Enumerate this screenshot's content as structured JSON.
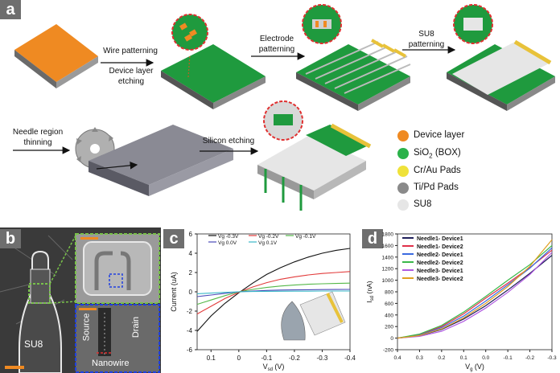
{
  "panel_a": {
    "tag": "a",
    "steps": {
      "wire_patterning": "Wire patterning",
      "device_layer_etching": "Device layer etching",
      "electrode_patterning": "Electrode patterning",
      "su8_patterning": "SU8 patterning",
      "needle_region_thinning": "Needle region thinning",
      "silicon_etching": "Silicon etching"
    },
    "legend": [
      {
        "label": "Device layer",
        "color": "#ef8a22"
      },
      {
        "label_prefix": "SiO",
        "label_sub": "2",
        "label_suffix": " (BOX)",
        "color": "#2bb24a"
      },
      {
        "label": "Cr/Au Pads",
        "color": "#efe23a"
      },
      {
        "label": "Ti/Pd Pads",
        "color": "#8a8a8a"
      },
      {
        "label": "SU8",
        "color": "#e6e6e6"
      }
    ]
  },
  "panel_b": {
    "tag": "b",
    "labels": {
      "su8": "SU8",
      "source": "Source",
      "drain": "Drain",
      "nanowire": "Nanowire"
    }
  },
  "panel_c": {
    "tag": "c",
    "chart_data": {
      "type": "line",
      "xlabel_main": "V",
      "xlabel_sub": "sd",
      "xlabel_unit": " (V)",
      "ylabel": "Current (uA)",
      "x_range": [
        0.15,
        -0.4
      ],
      "ylim": [
        -6,
        6
      ],
      "x_ticks": [
        "0.1",
        "0",
        "-0.1",
        "-0.2",
        "-0.3",
        "-0.4"
      ],
      "y_ticks": [
        "6",
        "4",
        "2",
        "0",
        "-2",
        "-4",
        "-6"
      ],
      "series": [
        {
          "name": "Vg -0.3V",
          "color": "#111111",
          "x": [
            0.15,
            0.1,
            0.05,
            0.0,
            -0.05,
            -0.1,
            -0.15,
            -0.2,
            -0.25,
            -0.3,
            -0.35,
            -0.4
          ],
          "y": [
            -4.1,
            -2.5,
            -1.2,
            -0.1,
            0.9,
            1.8,
            2.5,
            3.1,
            3.6,
            4.0,
            4.3,
            4.5
          ]
        },
        {
          "name": "Vg -0.2V",
          "color": "#e23b3b",
          "x": [
            0.15,
            0.1,
            0.05,
            0.0,
            -0.05,
            -0.1,
            -0.15,
            -0.2,
            -0.25,
            -0.3,
            -0.35,
            -0.4
          ],
          "y": [
            -2.3,
            -1.5,
            -0.7,
            -0.05,
            0.5,
            0.95,
            1.3,
            1.55,
            1.75,
            1.9,
            2.0,
            2.1
          ]
        },
        {
          "name": "Vg -0.1V",
          "color": "#54b848",
          "x": [
            0.15,
            0.1,
            0.05,
            0.0,
            -0.05,
            -0.1,
            -0.15,
            -0.2,
            -0.25,
            -0.3,
            -0.35,
            -0.4
          ],
          "y": [
            -1.3,
            -0.85,
            -0.4,
            0.0,
            0.25,
            0.45,
            0.6,
            0.7,
            0.78,
            0.83,
            0.87,
            0.9
          ]
        },
        {
          "name": "Vg 0.0V",
          "color": "#4a4ab8",
          "x": [
            0.15,
            0.1,
            0.05,
            0.0,
            -0.05,
            -0.1,
            -0.15,
            -0.2,
            -0.25,
            -0.3,
            -0.35,
            -0.4
          ],
          "y": [
            -0.5,
            -0.33,
            -0.16,
            0.0,
            0.08,
            0.14,
            0.18,
            0.2,
            0.22,
            0.23,
            0.24,
            0.25
          ]
        },
        {
          "name": "Vg 0.1V",
          "color": "#3ab8c8",
          "x": [
            0.15,
            0.1,
            0.05,
            0.0,
            -0.05,
            -0.1,
            -0.15,
            -0.2,
            -0.25,
            -0.3,
            -0.35,
            -0.4
          ],
          "y": [
            -0.2,
            -0.13,
            -0.06,
            0.0,
            0.03,
            0.05,
            0.06,
            0.07,
            0.07,
            0.08,
            0.08,
            0.08
          ]
        }
      ]
    }
  },
  "panel_d": {
    "tag": "d",
    "chart_data": {
      "type": "line",
      "xlabel_main": "V",
      "xlabel_sub": "g",
      "xlabel_unit": " (V)",
      "ylabel_main": "I",
      "ylabel_sub": "sd",
      "ylabel_unit": " (nA)",
      "x_range": [
        0.4,
        -0.3
      ],
      "ylim": [
        -200,
        1800
      ],
      "x_ticks": [
        "0.4",
        "0.3",
        "0.2",
        "0.1",
        "0.0",
        "-0.1",
        "-0.2",
        "-0.3"
      ],
      "y_ticks": [
        "1800",
        "1600",
        "1400",
        "1200",
        "1000",
        "800",
        "600",
        "400",
        "200",
        "0",
        "-200"
      ],
      "series": [
        {
          "name": "Needle1- Device1",
          "color": "#1f1f5a",
          "x": [
            0.4,
            0.3,
            0.2,
            0.1,
            0.0,
            -0.1,
            -0.2,
            -0.3
          ],
          "y": [
            0,
            40,
            150,
            330,
            560,
            830,
            1120,
            1430
          ]
        },
        {
          "name": "Needle1- Device2",
          "color": "#e0304a",
          "x": [
            0.4,
            0.3,
            0.2,
            0.1,
            0.0,
            -0.1,
            -0.2,
            -0.3
          ],
          "y": [
            0,
            60,
            200,
            420,
            690,
            950,
            1220,
            1520
          ]
        },
        {
          "name": "Needle2- Device1",
          "color": "#3a6ae0",
          "x": [
            0.4,
            0.3,
            0.2,
            0.1,
            0.0,
            -0.1,
            -0.2,
            -0.3
          ],
          "y": [
            0,
            50,
            180,
            380,
            640,
            920,
            1210,
            1560
          ]
        },
        {
          "name": "Needle2- Device2",
          "color": "#3ab84a",
          "x": [
            0.4,
            0.3,
            0.2,
            0.1,
            0.0,
            -0.1,
            -0.2,
            -0.3
          ],
          "y": [
            0,
            70,
            220,
            450,
            720,
            1000,
            1270,
            1600
          ]
        },
        {
          "name": "Needle3- Device1",
          "color": "#b05ae0",
          "x": [
            0.4,
            0.3,
            0.2,
            0.1,
            0.0,
            -0.1,
            -0.2,
            -0.3
          ],
          "y": [
            0,
            30,
            120,
            290,
            520,
            790,
            1100,
            1480
          ]
        },
        {
          "name": "Needle3- Device2",
          "color": "#e0a020",
          "x": [
            0.4,
            0.3,
            0.2,
            0.1,
            0.0,
            -0.1,
            -0.2,
            -0.3
          ],
          "y": [
            0,
            45,
            160,
            350,
            600,
            890,
            1240,
            1700
          ]
        }
      ]
    }
  }
}
